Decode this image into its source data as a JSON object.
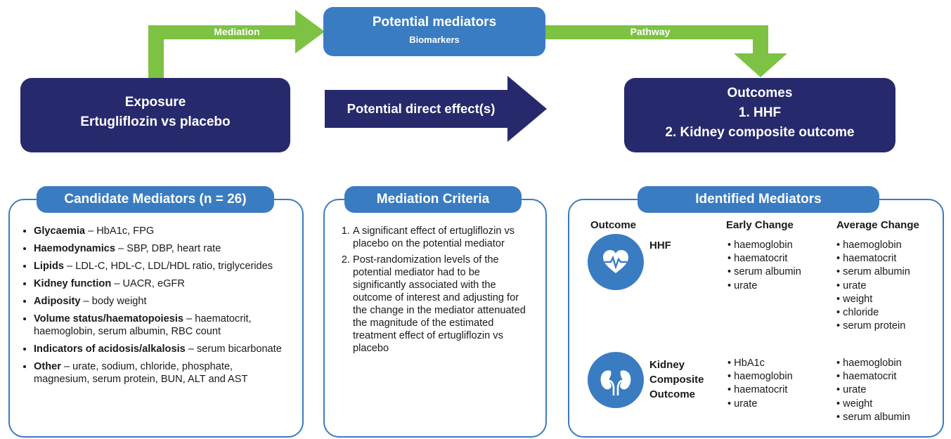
{
  "top": {
    "mediation_label": "Mediation",
    "pathway_label": "Pathway",
    "mediators_title": "Potential mediators",
    "mediators_subtitle": "Biomarkers",
    "exposure_title": "Exposure",
    "exposure_sub": "Ertugliflozin vs placebo",
    "direct_effect": "Potential direct effect(s)",
    "outcomes_title": "Outcomes",
    "outcome_1": "1. HHF",
    "outcome_2": "2. Kidney composite outcome"
  },
  "candidate": {
    "title": "Candidate Mediators (n = 26)",
    "items": [
      {
        "bold": "Glycaemia",
        "rest": " – HbA1c, FPG"
      },
      {
        "bold": "Haemodynamics",
        "rest": " – SBP, DBP, heart rate"
      },
      {
        "bold": "Lipids",
        "rest": " – LDL-C, HDL-C, LDL/HDL ratio, triglycerides"
      },
      {
        "bold": "Kidney function",
        "rest": " – UACR, eGFR"
      },
      {
        "bold": "Adiposity",
        "rest": " – body weight"
      },
      {
        "bold": "Volume status/haematopoiesis",
        "rest": " – haematocrit, haemoglobin, serum albumin, RBC count"
      },
      {
        "bold": "Indicators of acidosis/alkalosis",
        "rest": " – serum bicarbonate"
      },
      {
        "bold": "Other",
        "rest": " – urate, sodium, chloride, phosphate, magnesium, serum protein, BUN, ALT and AST"
      }
    ]
  },
  "criteria": {
    "title": "Mediation Criteria",
    "items": [
      "A significant effect of ertugliflozin vs placebo on the potential mediator",
      "Post-randomization levels of the potential mediator had to be significantly associated with the outcome of interest and adjusting for the change in the mediator attenuated the magnitude of the estimated treatment effect of ertugliflozin vs placebo"
    ]
  },
  "identified": {
    "title": "Identified Mediators",
    "col_outcome": "Outcome",
    "col_early": "Early Change",
    "col_average": "Average Change",
    "rows": [
      {
        "icon": "heart-pulse-icon",
        "outcome": "HHF",
        "early": [
          "haemoglobin",
          "haematocrit",
          "serum albumin",
          "urate"
        ],
        "average": [
          "haemoglobin",
          "haematocrit",
          "serum albumin",
          "urate",
          "weight",
          "chloride",
          "serum protein"
        ]
      },
      {
        "icon": "kidneys-icon",
        "outcome": "Kidney Composite Outcome",
        "early": [
          "HbA1c",
          "haemoglobin",
          "haematocrit",
          "urate"
        ],
        "average": [
          "haemoglobin",
          "haematocrit",
          "urate",
          "weight",
          "serum albumin"
        ]
      }
    ]
  },
  "colors": {
    "navy": "#27296d",
    "blue": "#3a7cc1",
    "green": "#7dc242"
  }
}
